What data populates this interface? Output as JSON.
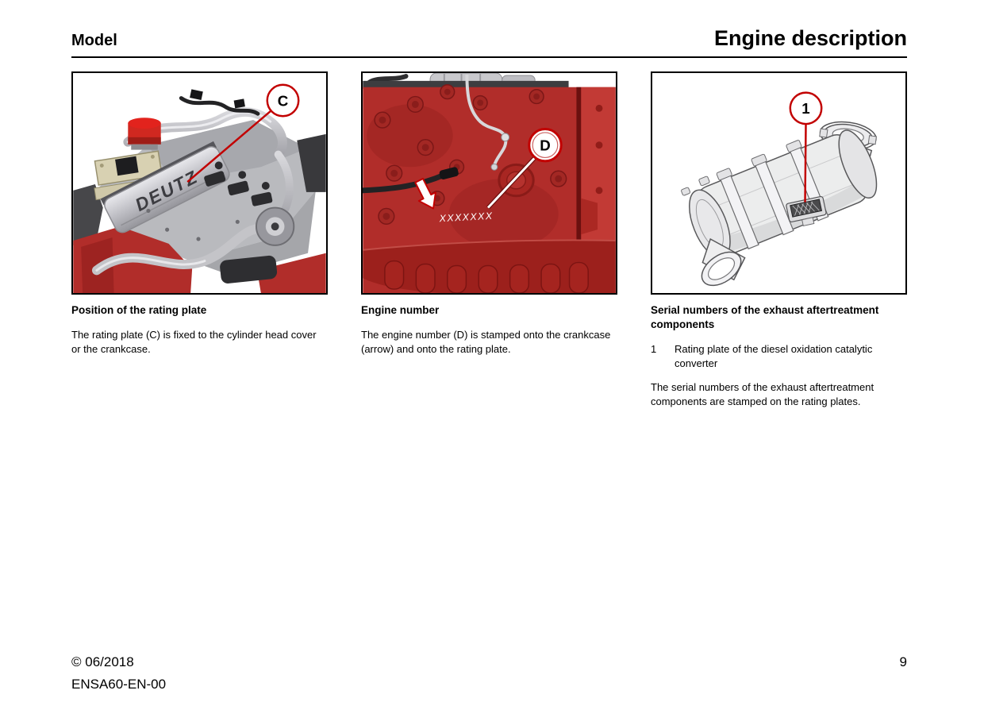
{
  "header": {
    "left_title": "Model",
    "right_title": "Engine description"
  },
  "figures": [
    {
      "callout_label": "C",
      "brand_label": "DEUTZ",
      "caption": "Position of the rating plate",
      "body": "The rating plate (C) is fixed to the cylinder head cover or the crankcase."
    },
    {
      "callout_label": "D",
      "stamp_text": "XXXXXXX",
      "caption": "Engine number",
      "body": "The engine number (D) is stamped onto the crankcase (arrow) and onto the rating plate."
    },
    {
      "callout_label": "1",
      "caption": "Serial numbers of the exhaust aftertreatment components",
      "list_items": [
        {
          "num": "1",
          "text": "Rating plate of the diesel oxidation catalytic converter"
        }
      ],
      "body": "The serial numbers of the exhaust aftertreatment components are stamped on the rating plates."
    }
  ],
  "footer": {
    "copyright": "© 06/2018",
    "doc_code": "ENSA60-EN-00",
    "page_number": "9"
  },
  "colors": {
    "accent_red": "#c20000",
    "engine_red": "#b12d2a",
    "engine_red_bright": "#d02820",
    "engine_red_dark": "#8c1c1a",
    "flywheel_red": "#c23a35",
    "panel_border": "#000000"
  }
}
